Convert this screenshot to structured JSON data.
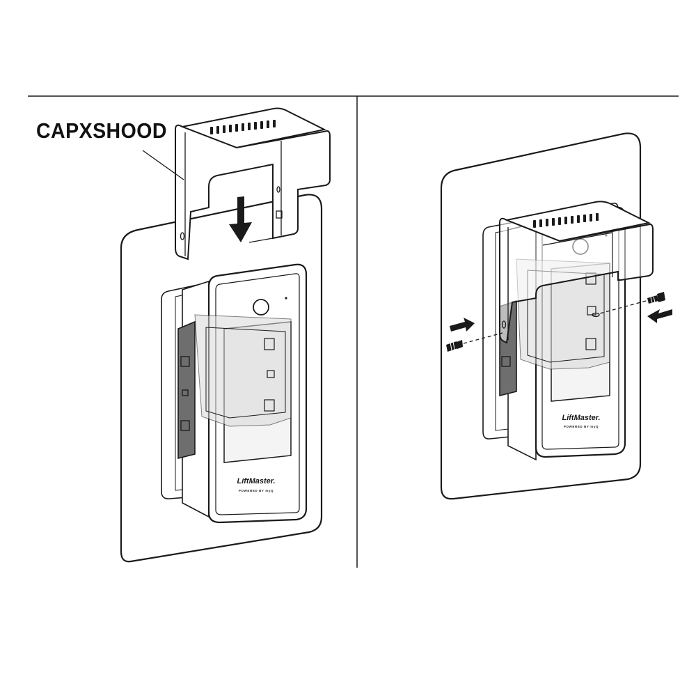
{
  "callout": {
    "part_label": "CAPXSHOOD"
  },
  "device": {
    "brand": "LiftMaster.",
    "subtext": "POWERED BY myQ"
  },
  "colors": {
    "line": "#1a1a1a",
    "gray": "#d9d9d9",
    "dark_gray": "#6e6e6e",
    "screen": "#f4f4f4"
  }
}
